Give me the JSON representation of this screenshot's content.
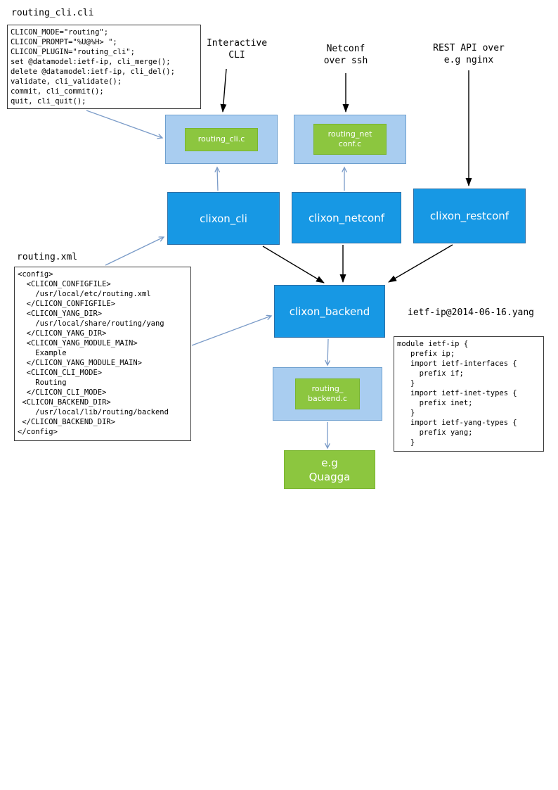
{
  "colors": {
    "box-blue": "#1798e4",
    "box-light": "#a9cdf0",
    "box-green": "#8cc63f",
    "arrow-black": "#000000",
    "arrow-blue": "#7a9bc8"
  },
  "labels": {
    "routing_cli_file": "routing_cli.cli",
    "interactive_cli": "Interactive\nCLI",
    "netconf_over_ssh": "Netconf\nover ssh",
    "rest_api": "REST API over\ne.g nginx",
    "routing_xml": "routing.xml",
    "ietf_yang": "ietf-ip@2014-06-16.yang"
  },
  "nodes": {
    "clixon_cli": "clixon_cli",
    "clixon_netconf": "clixon_netconf",
    "clixon_restconf": "clixon_restconf",
    "clixon_backend": "clixon_backend",
    "routing_cli_c": "routing_cli.c",
    "routing_netconf_c": "routing_net\nconf.c",
    "routing_backend_c": "routing_\nbackend.c",
    "quagga": "e.g\nQuagga"
  },
  "code": {
    "routing_cli": "CLICON_MODE=\"routing\";\nCLICON_PROMPT=\"%U@%H> \";\nCLICON_PLUGIN=\"routing_cli\";\nset @datamodel:ietf-ip, cli_merge();\ndelete @datamodel:ietf-ip, cli_del();\nvalidate, cli_validate();\ncommit, cli_commit();\nquit, cli_quit();",
    "routing_xml": "<config>\n  <CLICON_CONFIGFILE>\n    /usr/local/etc/routing.xml\n  </CLICON_CONFIGFILE>\n  <CLICON_YANG_DIR>\n    /usr/local/share/routing/yang\n  </CLICON_YANG_DIR>\n  <CLICON_YANG_MODULE_MAIN>\n    Example\n  </CLICON_YANG_MODULE_MAIN>\n  <CLICON_CLI_MODE>\n    Routing\n  </CLICON_CLI_MODE>\n <CLICON_BACKEND_DIR>\n    /usr/local/lib/routing/backend\n </CLICON_BACKEND_DIR>\n</config>",
    "ietf_ip_yang": "module ietf-ip {\n   prefix ip;\n   import ietf-interfaces {\n     prefix if;\n   }\n   import ietf-inet-types {\n     prefix inet;\n   }\n   import ietf-yang-types {\n     prefix yang;\n   }"
  }
}
